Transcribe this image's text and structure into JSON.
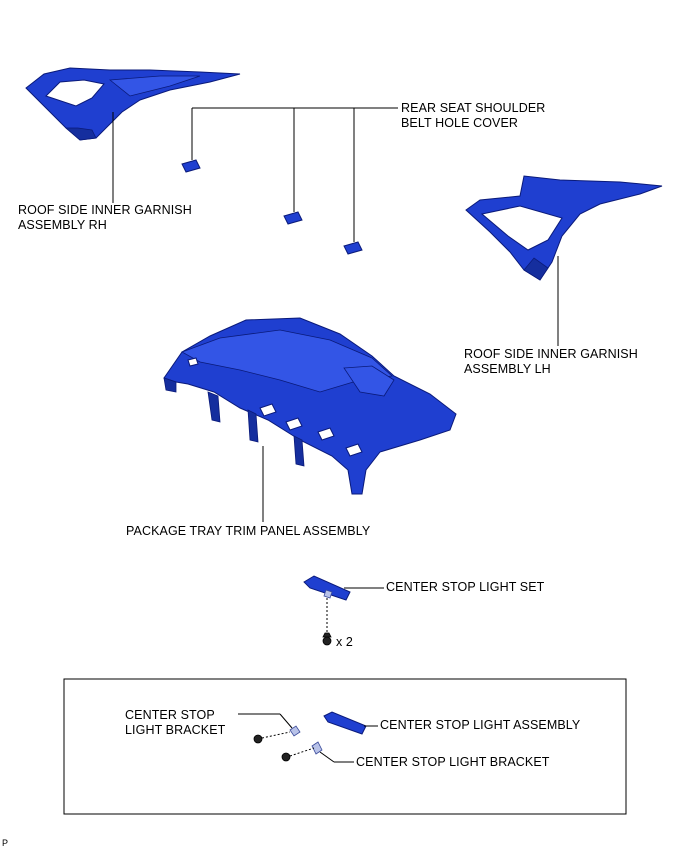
{
  "labels": {
    "rear_seat_cover_1": "REAR SEAT SHOULDER",
    "rear_seat_cover_2": "BELT HOLE COVER",
    "roof_rh_1": "ROOF SIDE INNER GARNISH",
    "roof_rh_2": "ASSEMBLY RH",
    "roof_lh_1": "ROOF SIDE INNER GARNISH",
    "roof_lh_2": "ASSEMBLY LH",
    "package_tray": "PACKAGE TRAY TRIM PANEL ASSEMBLY",
    "center_stop_set": "CENTER STOP LIGHT SET",
    "quantity": "x 2",
    "bracket_left_1": "CENTER STOP",
    "bracket_left_2": "LIGHT BRACKET",
    "stop_light_assembly": "CENTER STOP LIGHT ASSEMBLY",
    "bracket_right": "CENTER STOP LIGHT BRACKET",
    "corner_mark": "P"
  },
  "colors": {
    "part_blue": "#1f3fd0",
    "outline": "#0a1a7a"
  }
}
